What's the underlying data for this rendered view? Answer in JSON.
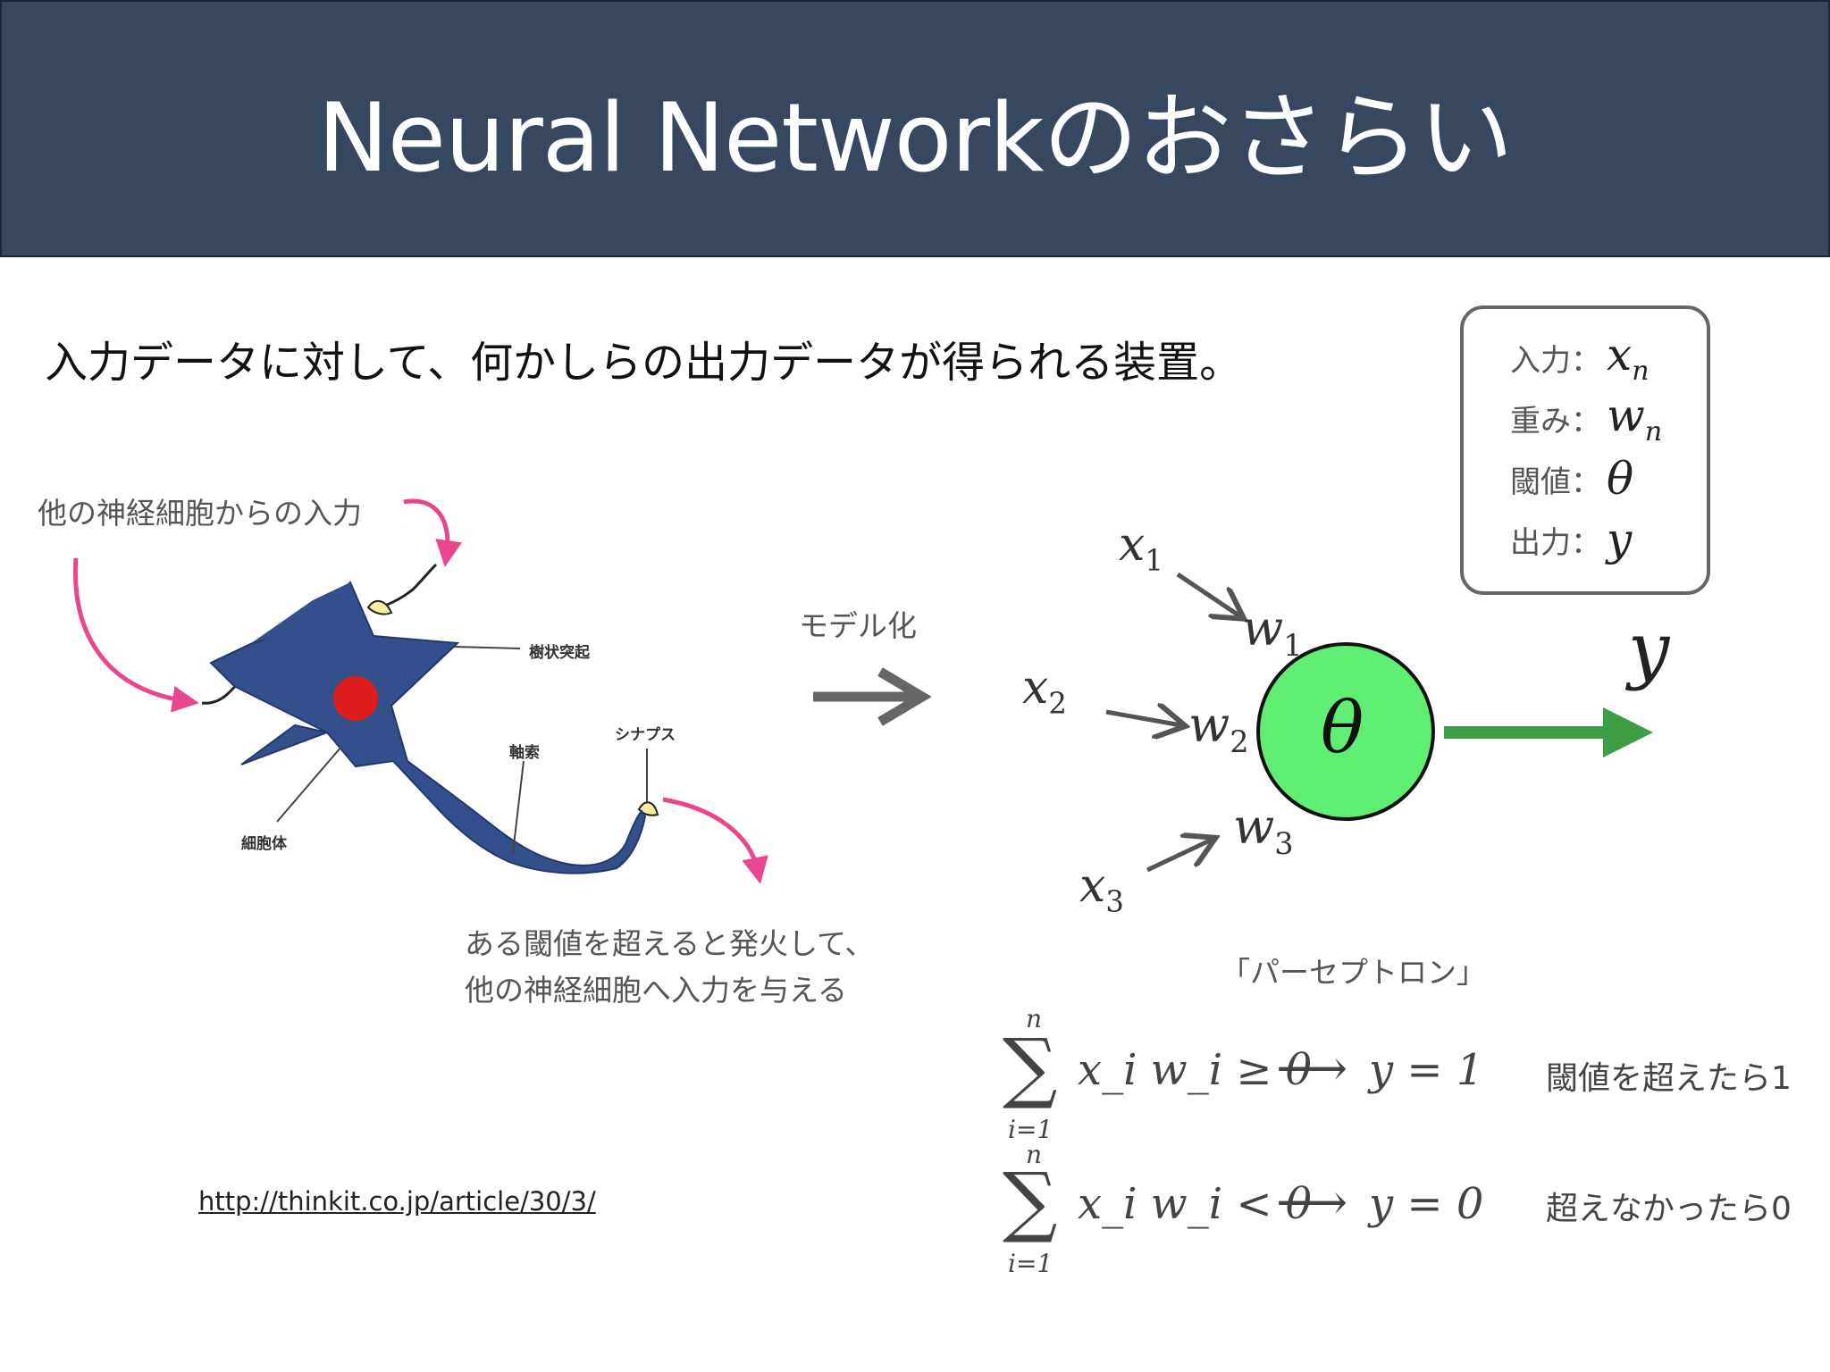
{
  "header": {
    "title": "Neural Networkのおさらい"
  },
  "subtitle": "入力データに対して、何かしらの出力データが得られる装置。",
  "legend": [
    {
      "label": "入力：",
      "symbol": "x",
      "sub": "n"
    },
    {
      "label": "重み：",
      "symbol": "w",
      "sub": "n"
    },
    {
      "label": "閾値：",
      "symbol": "θ",
      "sub": ""
    },
    {
      "label": "出力：",
      "symbol": "y",
      "sub": ""
    }
  ],
  "neuron": {
    "input_caption": "他の神経細胞からの入力",
    "label_dendrite": "樹状突起",
    "label_axon": "軸索",
    "label_synapse": "シナプス",
    "label_cell_body": "細胞体",
    "fire_caption_1": "ある閾値を超えると発火して、",
    "fire_caption_2": "他の神経細胞へ入力を与える",
    "colors": {
      "cell": "#34508c",
      "nucleus": "#e01b1b",
      "arrow": "#e8478f"
    }
  },
  "model_label": "モデル化",
  "perceptron": {
    "x1": "x",
    "x1_sub": "1",
    "x2": "x",
    "x2_sub": "2",
    "x3": "x",
    "x3_sub": "3",
    "w1": "w",
    "w1_sub": "1",
    "w2": "w",
    "w2_sub": "2",
    "w3": "w",
    "w3_sub": "3",
    "theta": "θ",
    "y": "y",
    "caption": "「パーセプトロン」",
    "colors": {
      "node": "#5fee72",
      "output_arrow": "#3e9e45"
    }
  },
  "formula": {
    "sum_top": "n",
    "sum_bottom": "i=1",
    "row1_cond": "x_i w_i ≥ θ",
    "row1_result": "y = 1",
    "row1_note": "閾値を超えたら1",
    "row2_cond": "x_i w_i < θ",
    "row2_result": "y = 0",
    "row2_note": "超えなかったら0"
  },
  "source_url": "http://thinkit.co.jp/article/30/3/"
}
